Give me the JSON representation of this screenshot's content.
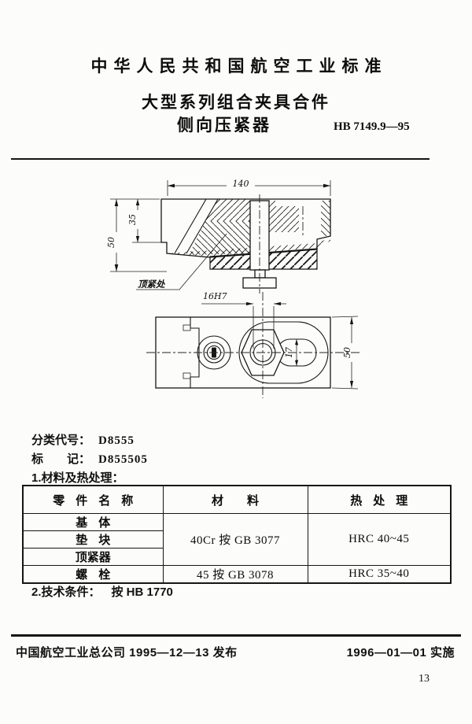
{
  "header": {
    "standard_title": "中华人民共和国航空工业标准",
    "doc_title_line1": "大型系列组合夹具合件",
    "doc_title_line2": "侧向压紧器",
    "standard_code": "HB 7149.9—95"
  },
  "drawing": {
    "dim_width_top": "140",
    "dim_height_total": "50",
    "dim_height_step": "35",
    "label_clamp_point": "顶紧处",
    "dim_hole": "16H7",
    "dim_slot_width": "17",
    "dim_plan_height": "50"
  },
  "classification": {
    "label": "分类代号：",
    "value": "D8555"
  },
  "marking": {
    "label": "标　　记：",
    "value": "D855505"
  },
  "section1": {
    "heading": "1.材料及热处理："
  },
  "table": {
    "headers": [
      "零件名称",
      "材料",
      "热处理"
    ],
    "rows": [
      {
        "name": "基体",
        "material": "40Cr 按 GB 3077",
        "treatment": "HRC 40~45"
      },
      {
        "name": "垫块"
      },
      {
        "name": "顶紧器"
      },
      {
        "name": "螺栓",
        "material": "45 按 GB 3078",
        "treatment": "HRC 35~40"
      }
    ]
  },
  "section2": {
    "label": "2.技术条件：",
    "value": "按 HB 1770"
  },
  "footer": {
    "publisher": "中国航空工业总公司 1995—12—13 发布",
    "implementation": "1996—01—01 实施",
    "page_number": "13"
  },
  "colors": {
    "ink": "#151515",
    "paper": "#fcfcfa"
  }
}
